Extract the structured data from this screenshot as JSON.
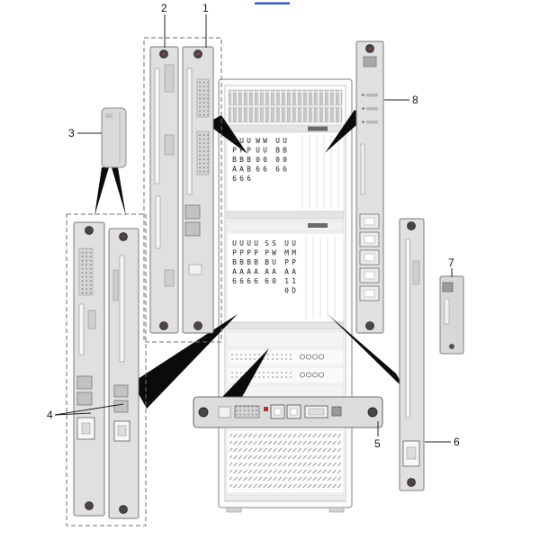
{
  "callouts": {
    "c1": "1",
    "c2": "2",
    "c3": "3",
    "c4": "4",
    "c5": "5",
    "c6": "6",
    "c7": "7",
    "c8": "8"
  },
  "rack": {
    "shelf_a_cols": [
      "UPBA6",
      "UPBA6",
      "UPBB6",
      "WU06",
      "WU06",
      "UB06",
      "UB06"
    ],
    "shelf_b_cols": [
      "UPBA6",
      "UPBA6",
      "UPBA6",
      "UPBA6",
      "SPBA6",
      "SWUA0",
      "UMPA10",
      "UMPA1D"
    ]
  },
  "colors": {
    "link_accent": "#2f5bd6",
    "board_fill": "#dedede",
    "board_stroke": "#7d7d7d",
    "callout_wedge": "#0b0b0b"
  }
}
